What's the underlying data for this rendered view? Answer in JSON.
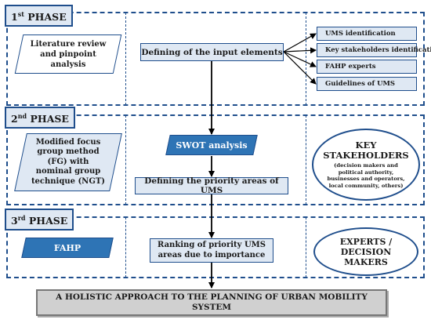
{
  "phases": [
    {
      "num": "1",
      "suffix": "st",
      "word": "PHASE"
    },
    {
      "num": "2",
      "suffix": "nd",
      "word": "PHASE"
    },
    {
      "num": "3",
      "suffix": "rd",
      "word": "PHASE"
    }
  ],
  "phase1": {
    "left": "Literature review and pinpoint analysis",
    "center": "Defining of the input elements",
    "items": [
      "UMS identification",
      "Key stakeholders identification",
      "FAHP experts",
      "Guidelines of UMS"
    ]
  },
  "phase2": {
    "left": "Modified focus group method (FG) with nominal group technique (NGT)",
    "swot": "SWOT analysis",
    "priority": "Defining the priority areas of UMS",
    "oval_title": "KEY STAKEHOLDERS",
    "oval_sub": "(decision makers and political authority, businesses and operators, local community, others)"
  },
  "phase3": {
    "left": "FAHP",
    "center": "Ranking of priority UMS areas due to importance",
    "oval": "EXPERTS / DECISION MAKERS"
  },
  "result": "A HOLISTIC APPROACH TO THE PLANNING OF URBAN MOBILITY SYSTEM",
  "colors": {
    "accent": "#1f4e8c",
    "light": "#dfe8f3",
    "dark": "#2e74b5",
    "gray": "#d0d0d0"
  }
}
